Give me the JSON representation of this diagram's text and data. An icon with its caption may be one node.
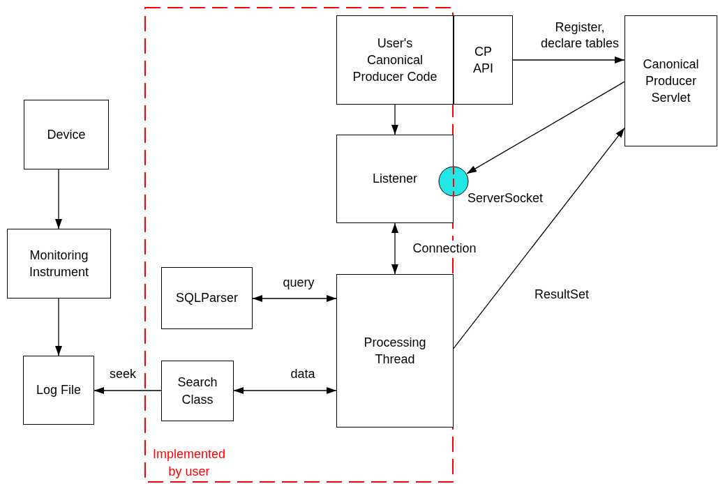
{
  "diagram": {
    "nodes": [
      {
        "text": [
          "Implemented by user"
        ]
      },
      {
        "text": [
          "Device"
        ]
      },
      {
        "text": [
          "Monitoring Instrument"
        ]
      },
      {
        "text": [
          "Log File"
        ]
      },
      {
        "text": [
          "User's Canonical Producer Code"
        ],
        "in": 0
      },
      {
        "text": [
          "CP API"
        ]
      },
      {
        "text": [
          "Canonical Producer Servlet"
        ]
      },
      {
        "text": [
          "Listener"
        ],
        "in": 0
      },
      {
        "text": [],
        "shape": "circle",
        "beside": [
          "ServerSocket"
        ]
      },
      {
        "text": [
          "SQLParser"
        ],
        "in": 0
      },
      {
        "text": [
          "Processing Thread"
        ],
        "in": 0
      },
      {
        "text": [
          "Search Class"
        ],
        "in": 0
      }
    ],
    "edges": [
      {
        "from": 1,
        "to": 2,
        "arrow": "to"
      },
      {
        "from": 2,
        "to": 3,
        "arrow": "to"
      },
      {
        "from": 4,
        "to": 7,
        "arrow": "to"
      },
      {
        "from": 5,
        "to": 6,
        "arrow": "to",
        "label": "Register, declare tables"
      },
      {
        "from": 6,
        "to": 8,
        "arrow": "to"
      },
      {
        "from": 7,
        "to": 10,
        "arrow": "both",
        "label": "Connection"
      },
      {
        "from": 9,
        "to": 10,
        "arrow": "both",
        "label": "query"
      },
      {
        "from": 11,
        "to": 10,
        "arrow": "both",
        "label": "data"
      },
      {
        "from": 11,
        "to": 3,
        "arrow": "to",
        "label": "seek"
      },
      {
        "from": 10,
        "to": 6,
        "arrow": "to",
        "label": "ResultSet"
      }
    ]
  }
}
